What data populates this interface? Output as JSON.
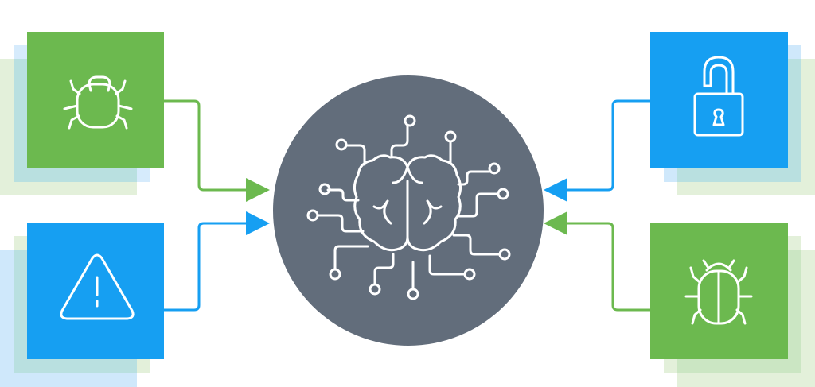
{
  "colors": {
    "green": "#6cb94f",
    "blue": "#169ff2",
    "hub": "#626d7b",
    "light_blue": "#cfe8fb",
    "light_green": "#e3f0da",
    "overlap": "#b9e0e0",
    "white": "#ffffff"
  },
  "hub": {
    "icon": "brain-circuit-icon"
  },
  "sources": [
    {
      "icon": "tick-bug-icon",
      "color": "green",
      "side": "left",
      "position": "top"
    },
    {
      "icon": "warning-triangle-icon",
      "color": "blue",
      "side": "left",
      "position": "bottom"
    },
    {
      "icon": "unlocked-padlock-icon",
      "color": "blue",
      "side": "right",
      "position": "top"
    },
    {
      "icon": "beetle-bug-icon",
      "color": "green",
      "side": "right",
      "position": "bottom"
    }
  ]
}
